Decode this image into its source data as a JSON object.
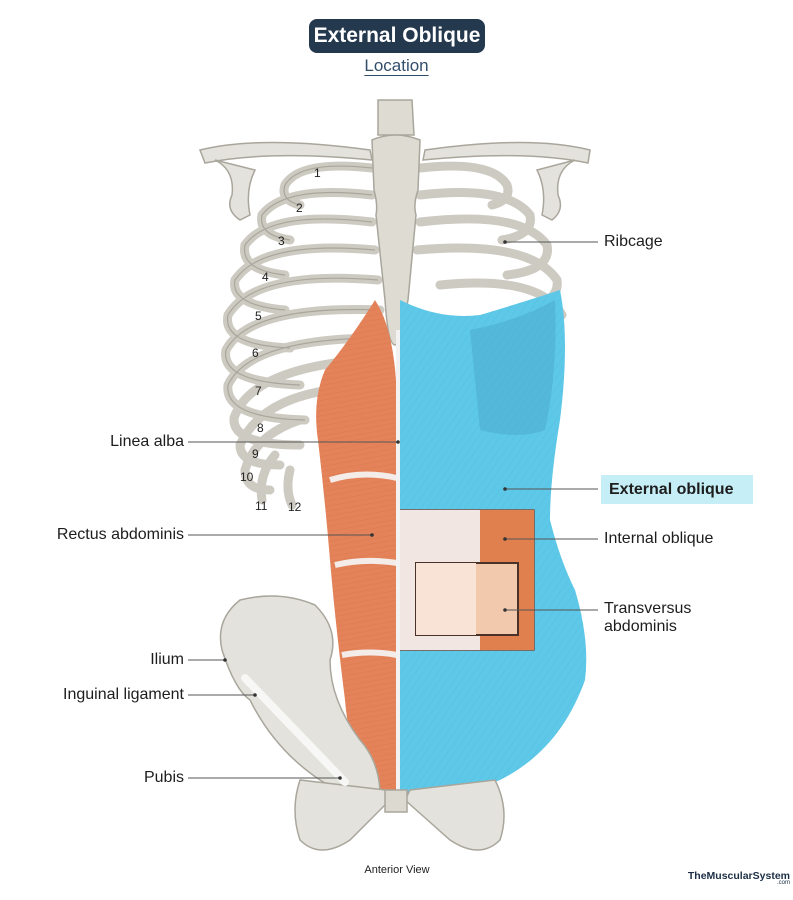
{
  "title": "External Oblique",
  "subtitle": "Location",
  "view_label": "Anterior View",
  "brand": {
    "name": "TheMuscularSystem",
    "suffix": ".com"
  },
  "rib_numbers": [
    "1",
    "2",
    "3",
    "4",
    "5",
    "6",
    "7",
    "8",
    "9",
    "10",
    "11",
    "12"
  ],
  "labels": {
    "ribcage": "Ribcage",
    "linea_alba": "Linea alba",
    "external_oblique": "External oblique",
    "rectus_abdominis": "Rectus abdominis",
    "internal_oblique": "Internal oblique",
    "transversus_line1": "Transversus",
    "transversus_line2": "abdominis",
    "ilium": "Ilium",
    "inguinal_ligament": "Inguinal ligament",
    "pubis": "Pubis"
  },
  "colors": {
    "title_bg": "#24384e",
    "external_oblique": "#5ec8e8",
    "rectus": "#e4835a",
    "bone": "#e4e2dc",
    "highlight": "#c6eef7"
  }
}
